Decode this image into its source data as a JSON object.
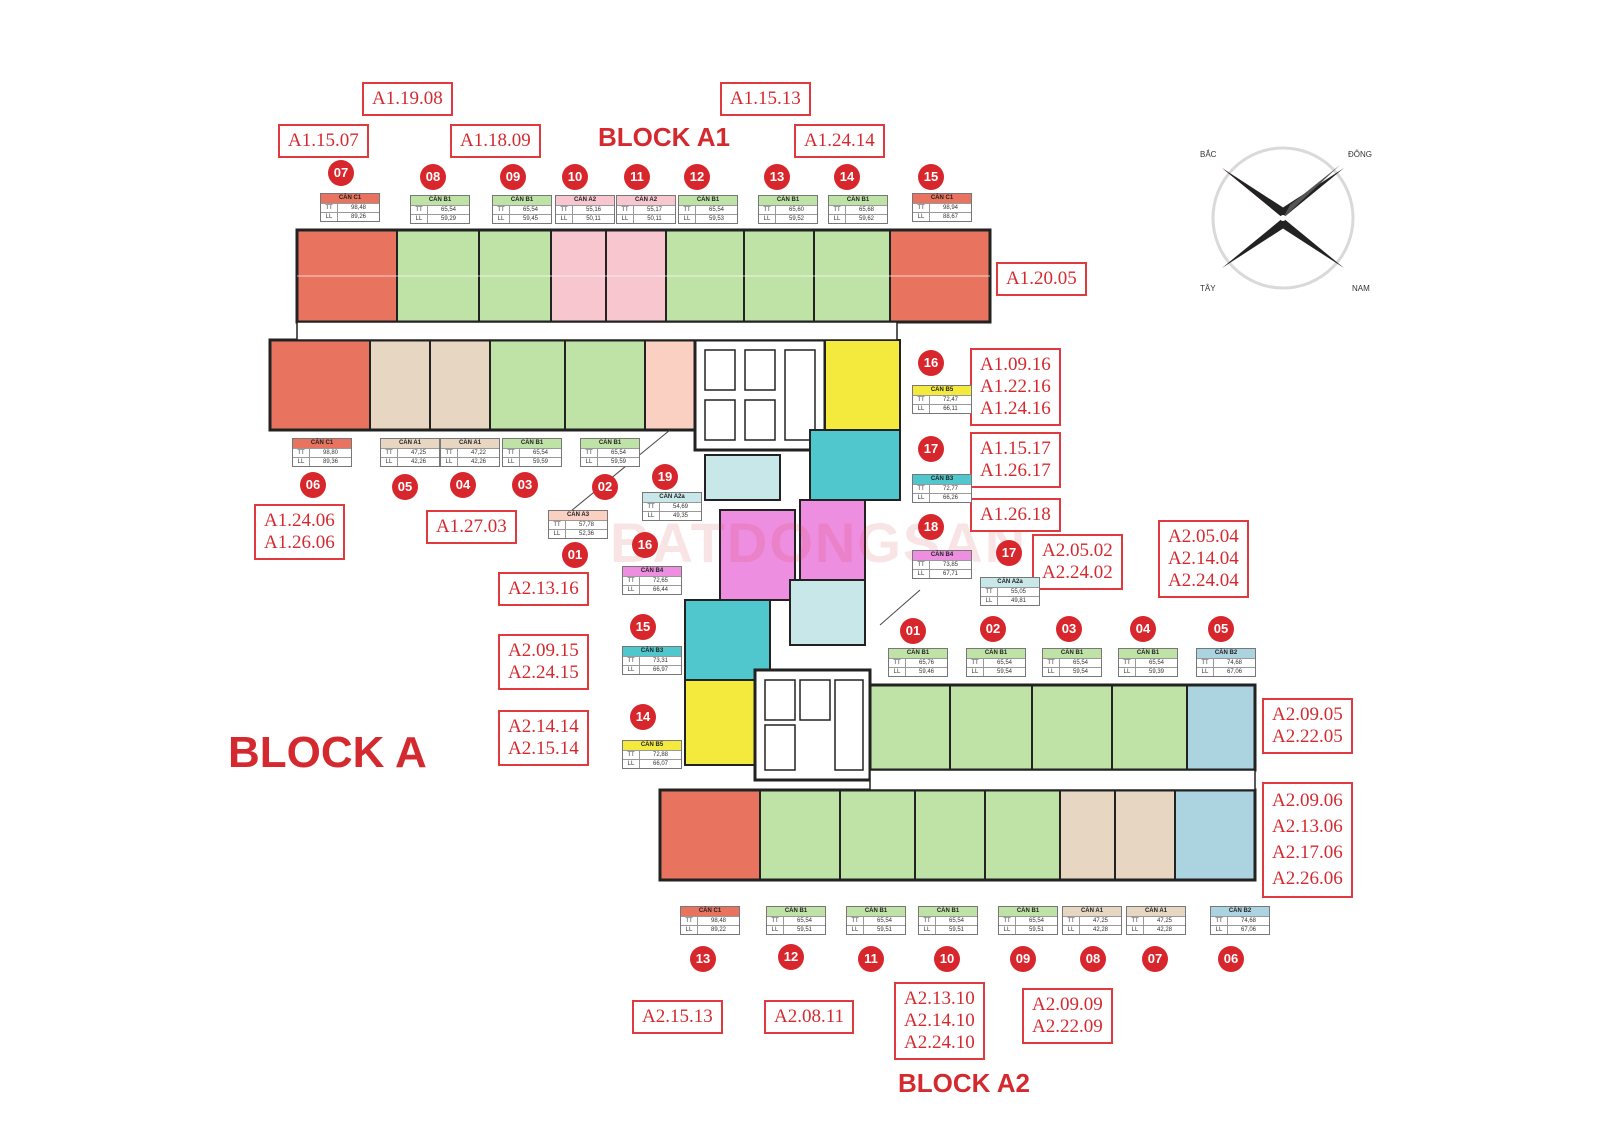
{
  "titles": {
    "block_a": "BLOCK A",
    "block_a1": "BLOCK A1",
    "block_a2": "BLOCK A2"
  },
  "watermark": "BATDONGSAN",
  "compass": {
    "n": "BẮC",
    "e": "ĐÔNG",
    "w": "TÂY",
    "s": "NAM"
  },
  "colors": {
    "C1": "#e8735f",
    "B1": "#bfe3a6",
    "A2": "#f7c6cf",
    "A1": "#e7d7c2",
    "A3": "#f9d0c2",
    "A2a": "#c7e7e8",
    "B4": "#ee8ee0",
    "B3": "#4fc7cc",
    "B5": "#f4ea3d",
    "B2": "#acd3e0",
    "accent": "#d7262c"
  },
  "codes": [
    {
      "id": "c1",
      "lines": [
        "A1.19.08"
      ]
    },
    {
      "id": "c2",
      "lines": [
        "A1.15.13"
      ]
    },
    {
      "id": "c3",
      "lines": [
        "A1.15.07"
      ]
    },
    {
      "id": "c4",
      "lines": [
        "A1.18.09"
      ]
    },
    {
      "id": "c5",
      "lines": [
        "A1.24.14"
      ]
    },
    {
      "id": "c6",
      "lines": [
        "A1.20.05"
      ]
    },
    {
      "id": "c7",
      "lines": [
        "A1.09.16",
        "A1.22.16",
        "A1.24.16"
      ]
    },
    {
      "id": "c8",
      "lines": [
        "A1.15.17",
        "A1.26.17"
      ]
    },
    {
      "id": "c9",
      "lines": [
        "A1.26.18"
      ]
    },
    {
      "id": "c10",
      "lines": [
        "A1.24.06",
        "A1.26.06"
      ]
    },
    {
      "id": "c11",
      "lines": [
        "A1.27.03"
      ]
    },
    {
      "id": "c12",
      "lines": [
        "A2.05.02",
        "A2.24.02"
      ]
    },
    {
      "id": "c13",
      "lines": [
        "A2.05.04",
        "A2.14.04",
        "A2.24.04"
      ]
    },
    {
      "id": "c14",
      "lines": [
        "A2.13.16"
      ]
    },
    {
      "id": "c15",
      "lines": [
        "A2.09.15",
        "A2.24.15"
      ]
    },
    {
      "id": "c16",
      "lines": [
        "A2.14.14",
        "A2.15.14"
      ]
    },
    {
      "id": "c17",
      "lines": [
        "A2.09.05",
        "A2.22.05"
      ]
    },
    {
      "id": "c18",
      "lines": [
        "A2.09.06",
        "A2.13.06",
        "A2.17.06",
        "A2.26.06"
      ]
    },
    {
      "id": "c19",
      "lines": [
        "A2.15.13"
      ]
    },
    {
      "id": "c20",
      "lines": [
        "A2.08.11"
      ]
    },
    {
      "id": "c21",
      "lines": [
        "A2.13.10",
        "A2.14.10",
        "A2.24.10"
      ]
    },
    {
      "id": "c22",
      "lines": [
        "A2.09.09",
        "A2.22.09"
      ]
    }
  ],
  "numbers": [
    {
      "id": "n1",
      "label": "07"
    },
    {
      "id": "n2",
      "label": "08"
    },
    {
      "id": "n3",
      "label": "09"
    },
    {
      "id": "n4",
      "label": "10"
    },
    {
      "id": "n5",
      "label": "11"
    },
    {
      "id": "n6",
      "label": "12"
    },
    {
      "id": "n7",
      "label": "13"
    },
    {
      "id": "n8",
      "label": "14"
    },
    {
      "id": "n9",
      "label": "15"
    },
    {
      "id": "n10",
      "label": "16"
    },
    {
      "id": "n11",
      "label": "17"
    },
    {
      "id": "n12",
      "label": "18"
    },
    {
      "id": "n13",
      "label": "06"
    },
    {
      "id": "n14",
      "label": "05"
    },
    {
      "id": "n15",
      "label": "04"
    },
    {
      "id": "n16",
      "label": "03"
    },
    {
      "id": "n17",
      "label": "02"
    },
    {
      "id": "n18",
      "label": "19"
    },
    {
      "id": "n19",
      "label": "01"
    },
    {
      "id": "n20",
      "label": "16"
    },
    {
      "id": "n21",
      "label": "17"
    },
    {
      "id": "n22",
      "label": "15"
    },
    {
      "id": "n23",
      "label": "14"
    },
    {
      "id": "n24",
      "label": "01"
    },
    {
      "id": "n25",
      "label": "02"
    },
    {
      "id": "n26",
      "label": "03"
    },
    {
      "id": "n27",
      "label": "04"
    },
    {
      "id": "n28",
      "label": "05"
    },
    {
      "id": "n29",
      "label": "13"
    },
    {
      "id": "n30",
      "label": "12"
    },
    {
      "id": "n31",
      "label": "11"
    },
    {
      "id": "n32",
      "label": "10"
    },
    {
      "id": "n33",
      "label": "09"
    },
    {
      "id": "n34",
      "label": "08"
    },
    {
      "id": "n35",
      "label": "07"
    },
    {
      "id": "n36",
      "label": "06"
    }
  ],
  "tables": [
    {
      "id": "t1",
      "type": "C1",
      "title": "CĂN C1",
      "tt": "98,48",
      "ll": "89,26"
    },
    {
      "id": "t2",
      "type": "B1",
      "title": "CĂN B1",
      "tt": "65,54",
      "ll": "59,29"
    },
    {
      "id": "t3",
      "type": "B1",
      "title": "CĂN B1",
      "tt": "65,54",
      "ll": "59,45"
    },
    {
      "id": "t4",
      "type": "A2",
      "title": "CĂN A2",
      "tt": "55,16",
      "ll": "50,11"
    },
    {
      "id": "t5",
      "type": "A2",
      "title": "CĂN A2",
      "tt": "55,17",
      "ll": "50,11"
    },
    {
      "id": "t6",
      "type": "B1",
      "title": "CĂN B1",
      "tt": "65,54",
      "ll": "59,53"
    },
    {
      "id": "t7",
      "type": "B1",
      "title": "CĂN B1",
      "tt": "65,60",
      "ll": "59,52"
    },
    {
      "id": "t8",
      "type": "B1",
      "title": "CĂN B1",
      "tt": "65,68",
      "ll": "59,62"
    },
    {
      "id": "t9",
      "type": "C1",
      "title": "CĂN C1",
      "tt": "98,94",
      "ll": "88,67"
    },
    {
      "id": "t10",
      "type": "C1",
      "title": "CĂN C1",
      "tt": "98,80",
      "ll": "89,36"
    },
    {
      "id": "t11",
      "type": "A1",
      "title": "CĂN A1",
      "tt": "47,25",
      "ll": "42,26"
    },
    {
      "id": "t12",
      "type": "A1",
      "title": "CĂN A1",
      "tt": "47,22",
      "ll": "42,26"
    },
    {
      "id": "t13",
      "type": "B1",
      "title": "CĂN B1",
      "tt": "65,54",
      "ll": "59,59"
    },
    {
      "id": "t14",
      "type": "B1",
      "title": "CĂN B1",
      "tt": "65,54",
      "ll": "59,59"
    },
    {
      "id": "t15",
      "type": "B5",
      "title": "CĂN B5",
      "tt": "72,47",
      "ll": "66,11"
    },
    {
      "id": "t16",
      "type": "B3",
      "title": "CĂN B3",
      "tt": "72,77",
      "ll": "66,26"
    },
    {
      "id": "t17",
      "type": "A2a",
      "title": "CĂN A2a",
      "tt": "54,69",
      "ll": "49,35"
    },
    {
      "id": "t18",
      "type": "A3",
      "title": "CĂN A3",
      "tt": "57,78",
      "ll": "52,36"
    },
    {
      "id": "t19",
      "type": "B4",
      "title": "CĂN B4",
      "tt": "73,85",
      "ll": "67,71"
    },
    {
      "id": "t20",
      "type": "B4",
      "title": "CĂN B4",
      "tt": "72,65",
      "ll": "66,44"
    },
    {
      "id": "t21",
      "type": "A2a",
      "title": "CĂN A2a",
      "tt": "55,05",
      "ll": "49,81"
    },
    {
      "id": "t22",
      "type": "B3",
      "title": "CĂN B3",
      "tt": "73,31",
      "ll": "66,97"
    },
    {
      "id": "t23",
      "type": "B1",
      "title": "CĂN B1",
      "tt": "65,76",
      "ll": "59,46"
    },
    {
      "id": "t24",
      "type": "B1",
      "title": "CĂN B1",
      "tt": "65,54",
      "ll": "59,54"
    },
    {
      "id": "t25",
      "type": "B1",
      "title": "CĂN B1",
      "tt": "65,54",
      "ll": "59,54"
    },
    {
      "id": "t26",
      "type": "B1",
      "title": "CĂN B1",
      "tt": "65,54",
      "ll": "59,39"
    },
    {
      "id": "t27",
      "type": "B2",
      "title": "CĂN B2",
      "tt": "74,68",
      "ll": "67,06"
    },
    {
      "id": "t28",
      "type": "B5",
      "title": "CĂN B5",
      "tt": "72,88",
      "ll": "66,07"
    },
    {
      "id": "t29",
      "type": "C1",
      "title": "CĂN C1",
      "tt": "98,48",
      "ll": "89,22"
    },
    {
      "id": "t30",
      "type": "B1",
      "title": "CĂN B1",
      "tt": "65,54",
      "ll": "59,51"
    },
    {
      "id": "t31",
      "type": "B1",
      "title": "CĂN B1",
      "tt": "65,54",
      "ll": "59,51"
    },
    {
      "id": "t32",
      "type": "B1",
      "title": "CĂN B1",
      "tt": "65,54",
      "ll": "59,51"
    },
    {
      "id": "t33",
      "type": "B1",
      "title": "CĂN B1",
      "tt": "65,54",
      "ll": "59,51"
    },
    {
      "id": "t34",
      "type": "A1",
      "title": "CĂN A1",
      "tt": "47,25",
      "ll": "42,28"
    },
    {
      "id": "t35",
      "type": "A1",
      "title": "CĂN A1",
      "tt": "47,25",
      "ll": "42,28"
    },
    {
      "id": "t36",
      "type": "B2",
      "title": "CĂN B2",
      "tt": "74,68",
      "ll": "67,06"
    }
  ],
  "row_keys": {
    "tt": "TT",
    "ll": "LL"
  }
}
